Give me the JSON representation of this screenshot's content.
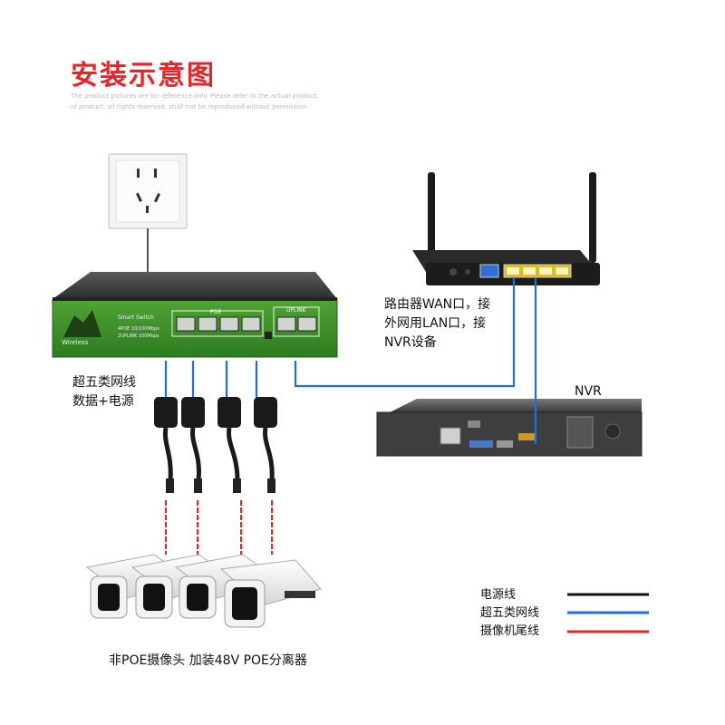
{
  "title": "安装示意图",
  "subtitle_lines": [
    "The product pictures are for reference only. Please refer to the actual product.",
    "of product, all rights reserved, shall not be reproduced without permission."
  ],
  "switch": {
    "brand_small": "Smart Switch",
    "spec_line1": "4POE 10/100Mbps",
    "spec_line2": "2UPLINK 100Mbps",
    "poe_label": "POE",
    "uplink_label": "UPLINK"
  },
  "labels": {
    "router_note": [
      "路由器WAN口，接",
      "外网用LAN口，接",
      "NVR设备"
    ],
    "nvr": "NVR",
    "cable_note": [
      "超五类网线",
      "数据+电源"
    ],
    "camera_note": "非POE摄像头  加装48V POE分离器"
  },
  "legend": [
    {
      "label": "电源线",
      "color": "#111111"
    },
    {
      "label": "超五类网线",
      "color": "#1f6fe0"
    },
    {
      "label": "摄像机尾线",
      "color": "#e8232a"
    }
  ],
  "colors": {
    "title": "#e8232a",
    "switch_body": "#3f8f2a",
    "cat5": "#1f6fe0",
    "camera_tail": "#e8232a",
    "power": "#111111"
  }
}
